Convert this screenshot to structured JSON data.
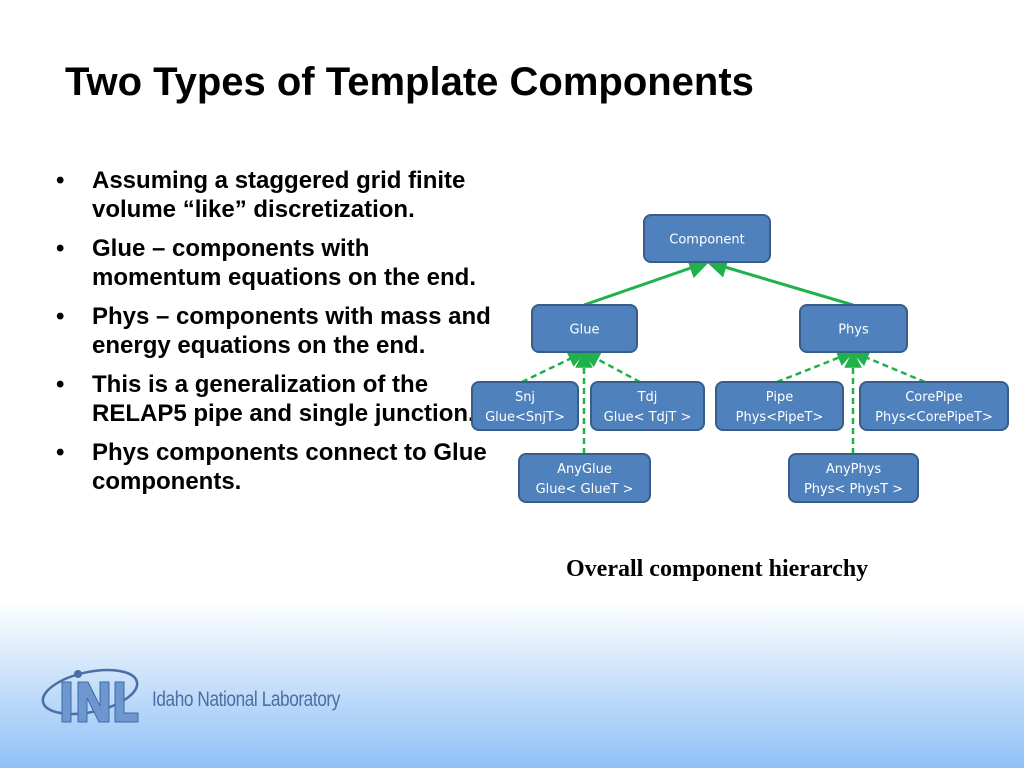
{
  "slide": {
    "title": "Two Types of Template Components",
    "bullets": [
      "Assuming a staggered grid finite volume “like” discretization.",
      "Glue – components with momentum equations on the end.",
      "Phys – components with mass and energy equations on the end.",
      "This is a generalization of the RELAP5 pipe and single junction.",
      "Phys components connect to Glue components."
    ],
    "bullet_symbol": "•"
  },
  "diagram": {
    "caption": "Overall component hierarchy",
    "node_color": "#4f81bd",
    "solid_edge_color": "#1fb14a",
    "dashed_edge_color": "#1fb14a",
    "nodes": {
      "component": {
        "lines": [
          "Component"
        ]
      },
      "glue": {
        "lines": [
          "Glue"
        ]
      },
      "phys": {
        "lines": [
          "Phys"
        ]
      },
      "snj": {
        "lines": [
          "Snj",
          "Glue<SnjT>"
        ]
      },
      "tdj": {
        "lines": [
          "Tdj",
          "Glue< TdjT >"
        ]
      },
      "pipe": {
        "lines": [
          "Pipe",
          "Phys<PipeT>"
        ]
      },
      "corepipe": {
        "lines": [
          "CorePipe",
          "Phys<CorePipeT>"
        ]
      },
      "anyglue": {
        "lines": [
          "AnyGlue",
          "Glue< GlueT >"
        ]
      },
      "anyphys": {
        "lines": [
          "AnyPhys",
          "Phys< PhysT >"
        ]
      }
    },
    "edges": [
      {
        "from": "glue",
        "to": "component",
        "style": "solid"
      },
      {
        "from": "phys",
        "to": "component",
        "style": "solid"
      },
      {
        "from": "snj",
        "to": "glue",
        "style": "dashed"
      },
      {
        "from": "tdj",
        "to": "glue",
        "style": "dashed"
      },
      {
        "from": "anyglue",
        "to": "glue",
        "style": "dashed"
      },
      {
        "from": "pipe",
        "to": "phys",
        "style": "dashed"
      },
      {
        "from": "corepipe",
        "to": "phys",
        "style": "dashed"
      },
      {
        "from": "anyphys",
        "to": "phys",
        "style": "dashed"
      }
    ]
  },
  "logo": {
    "org_name": "Idaho National Laboratory",
    "mark_text": "INL",
    "brand_color": "#4a6fa5"
  }
}
